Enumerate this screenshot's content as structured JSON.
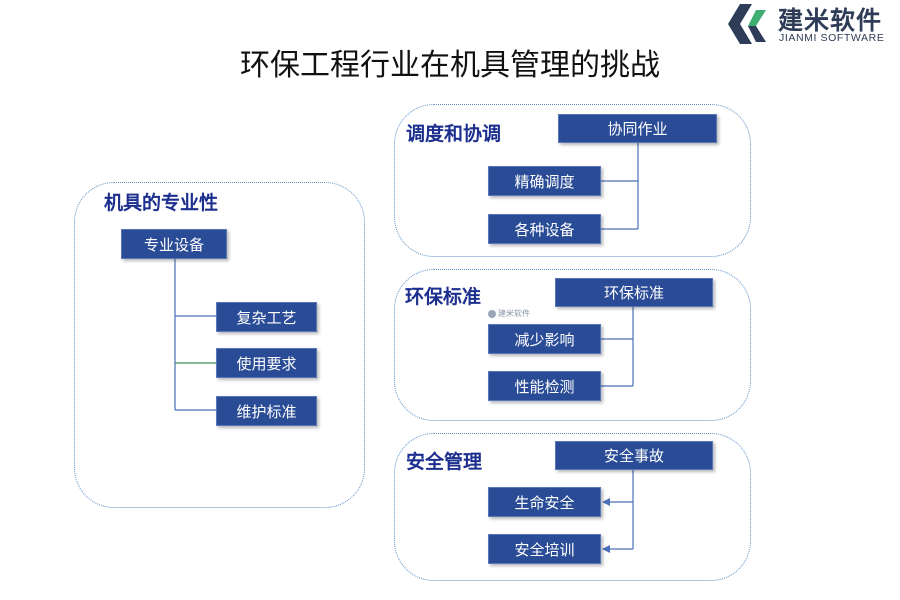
{
  "logo": {
    "name_cn": "建米软件",
    "name_en": "JIANMI SOFTWARE"
  },
  "title": "环保工程行业在机具管理的挑战",
  "colors": {
    "box_fill": "#2a4c96",
    "panel_border": "#5a8fc8",
    "heading": "#1c2f8f"
  },
  "left": {
    "heading": "机具的专业性",
    "root": "专业设备",
    "children": [
      "复杂工艺",
      "使用要求",
      "维护标准"
    ]
  },
  "panels": [
    {
      "heading": "调度和协调",
      "root": "协同作业",
      "children": [
        "精确调度",
        "各种设备"
      ]
    },
    {
      "heading": "环保标准",
      "root": "环保标准",
      "children": [
        "减少影响",
        "性能检测"
      ]
    },
    {
      "heading": "安全管理",
      "root": "安全事故",
      "children": [
        "生命安全",
        "安全培训"
      ]
    }
  ],
  "watermark": "建米软件"
}
